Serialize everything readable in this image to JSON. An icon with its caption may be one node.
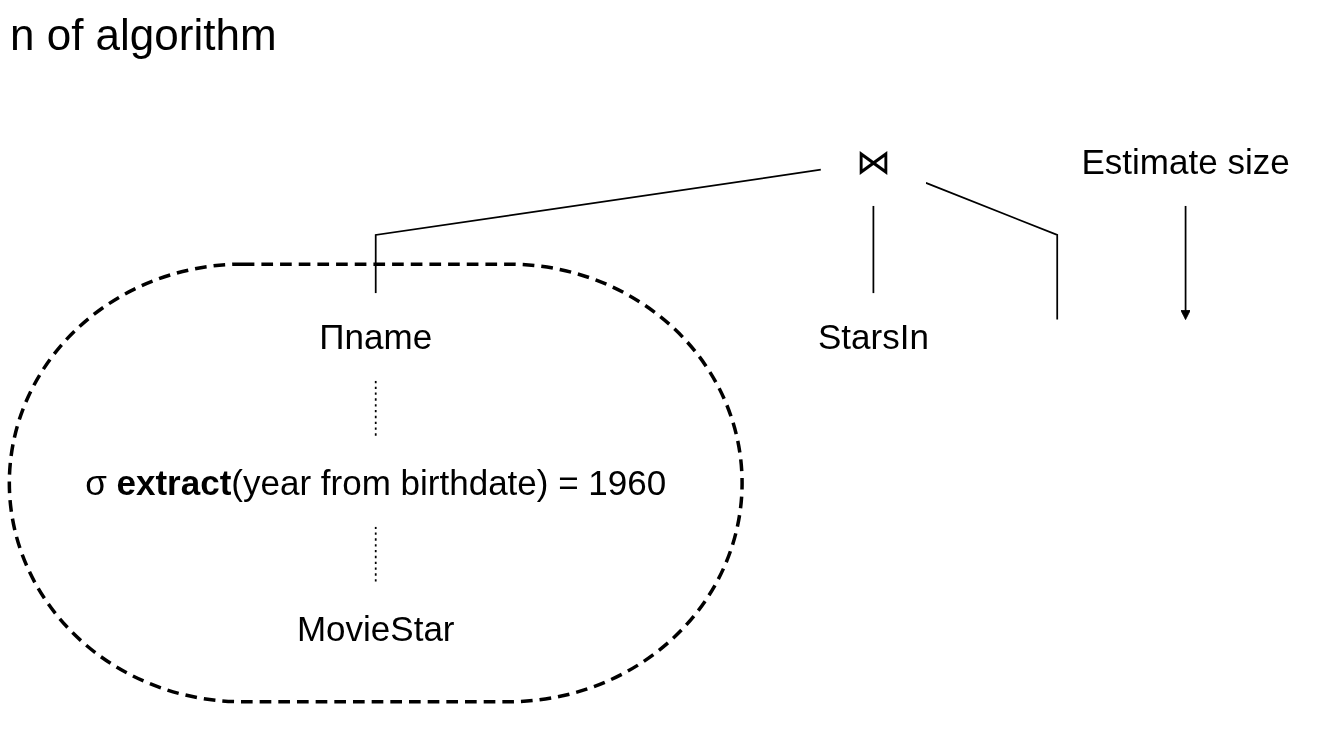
{
  "diagram": {
    "nodes": [
      {
        "text": [
          "⋈"
        ]
      },
      {
        "text": [
          "StarsIn"
        ]
      },
      {
        "text": [],
        "shape": "ellipse"
      },
      {
        "text": [
          "Πname"
        ],
        "in": 2
      },
      {
        "text": [
          "σ **extract**(year from birthdate) = 1960"
        ],
        "in": 2
      },
      {
        "text": [
          "MovieStar"
        ],
        "in": 2
      },
      {
        "text": [
          "Estimate size"
        ]
      }
    ],
    "edges": [
      {
        "from": 0,
        "to": null,
        "arrow": "none"
      },
      {
        "from": 0,
        "to": 1,
        "arrow": "none"
      },
      {
        "from": 0,
        "to": 3,
        "arrow": "none"
      },
      {
        "from": 3,
        "to": 4,
        "arrow": "none",
        "style": "dashed"
      },
      {
        "from": 4,
        "to": 5,
        "arrow": "none",
        "style": "dashed"
      },
      {
        "from": 6,
        "to": null,
        "arrow": "to"
      }
    ],
    "labels": [
      "n of algorithm"
    ]
  }
}
